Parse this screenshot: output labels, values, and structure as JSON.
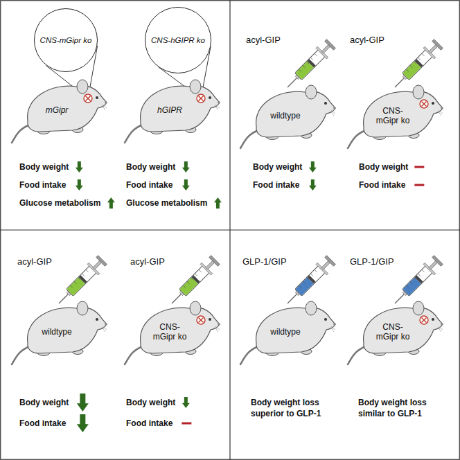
{
  "diagram": {
    "nodes": [
      {
        "text": [
          "CNS-mGipr ko"
        ]
      },
      {
        "text": [
          "mGipr"
        ]
      },
      {
        "text": [
          "CNS-hGIPR ko"
        ]
      },
      {
        "text": [
          "hGIPR"
        ]
      },
      {
        "text": [
          "wildtype"
        ]
      },
      {
        "text": [
          "CNS- mGipr ko"
        ]
      },
      {
        "text": [
          "wildtype"
        ]
      },
      {
        "text": [
          "CNS- mGipr ko"
        ]
      },
      {
        "text": [
          "wildtype"
        ]
      },
      {
        "text": [
          "CNS- mGipr ko"
        ]
      }
    ],
    "edges": [
      {
        "from": 0,
        "to": 1,
        "arrow": "none"
      },
      {
        "from": 0,
        "to": 1,
        "arrow": "none"
      },
      {
        "from": 2,
        "to": 3,
        "arrow": "none"
      },
      {
        "from": 2,
        "to": 3,
        "arrow": "none"
      }
    ],
    "labels": [
      "Body weight",
      "Food intake",
      "Glucose metabolism",
      "Body weight",
      "Food intake",
      "Glucose metabolism",
      "acyl-GIP",
      "acyl-GIP",
      "Body weight",
      "Food intake",
      "Body weight",
      "Food intake",
      "acyl-GIP",
      "acyl-GIP",
      "Body weight",
      "Food intake",
      "Body weight",
      "Food intake",
      "GLP-1/GIP",
      "GLP-1/GIP",
      "Body weight loss superior to GLP-1",
      "Body weight loss similar to GLP-1"
    ]
  }
}
